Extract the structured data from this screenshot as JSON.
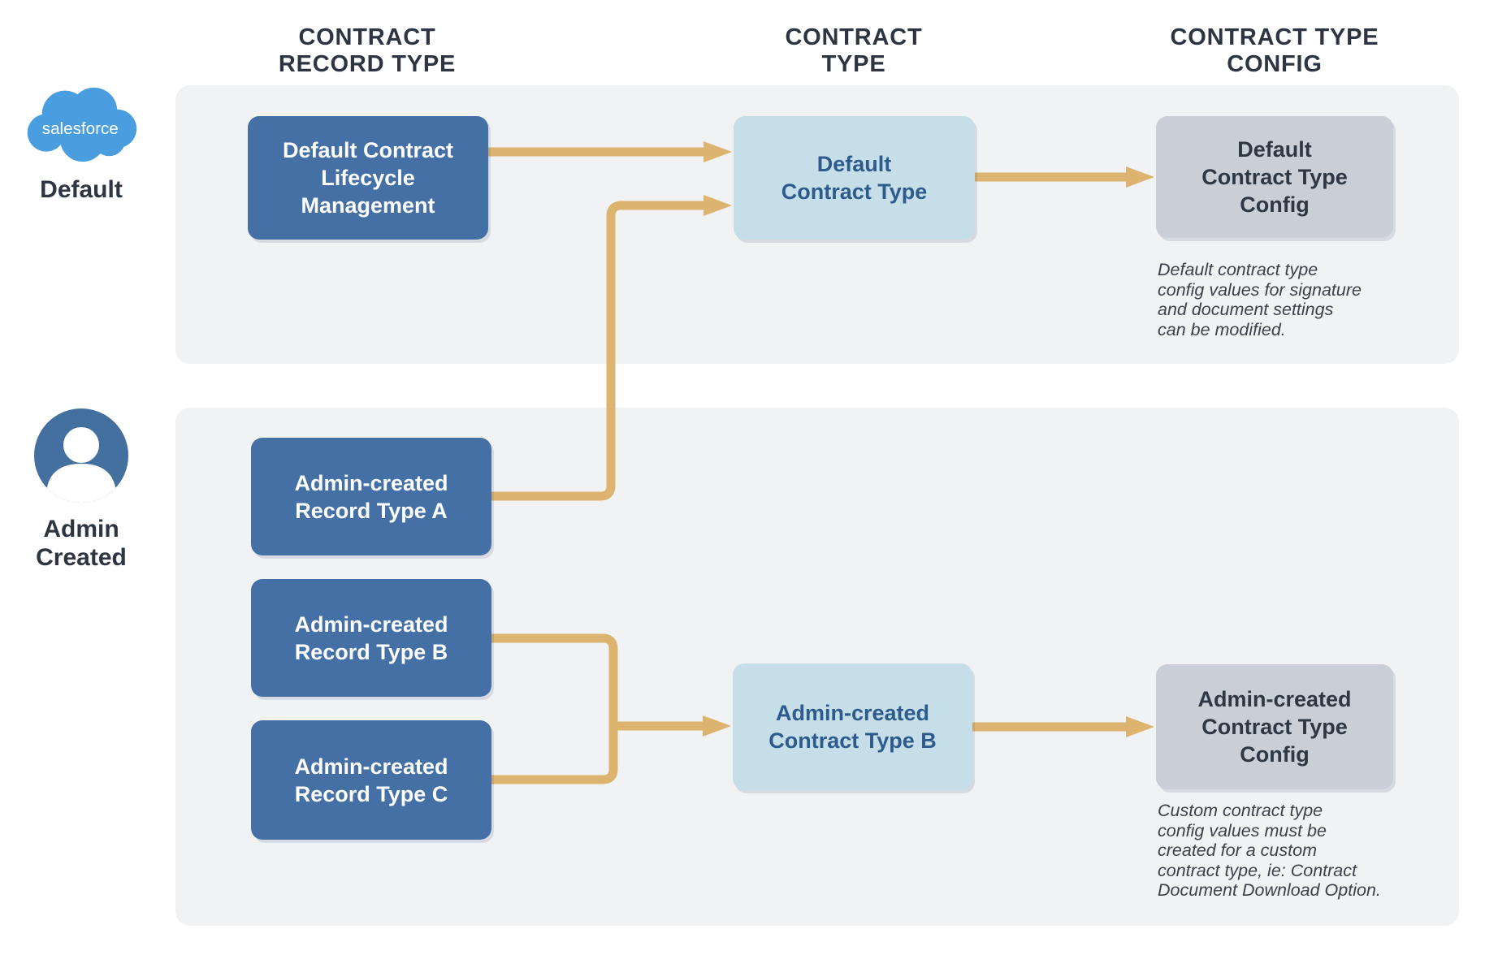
{
  "columns": [
    {
      "label": "CONTRACT\nRECORD TYPE"
    },
    {
      "label": "CONTRACT\nTYPE"
    },
    {
      "label": "CONTRACT TYPE\nCONFIG"
    }
  ],
  "legend": {
    "salesforce_logo_text": "salesforce",
    "default_label": "Default",
    "admin_created_label": "Admin\nCreated"
  },
  "default_flow": {
    "record_type_box": "Default Contract\nLifecycle\nManagement",
    "contract_type_box": "Default\nContract Type",
    "config_box": "Default\nContract Type\nConfig",
    "config_note": "Default contract type\nconfig values for signature\nand document settings\ncan be modified."
  },
  "admin_flow": {
    "record_type_boxes": [
      "Admin-created\nRecord Type A",
      "Admin-created\nRecord Type B",
      "Admin-created\nRecord Type C"
    ],
    "contract_type_box": "Admin-created\nContract Type B",
    "config_box": "Admin-created\nContract Type\nConfig",
    "config_note": "Custom contract type\nconfig values must be\ncreated for a custom\ncontract type, ie: Contract\nDocument Download Option."
  },
  "colors": {
    "panel_background": "#F1F2F4",
    "record_type_box": "#4470A6",
    "contract_type_box": "#C5DEE7",
    "contract_type_text": "#2E5B8E",
    "config_box": "#C9CED7",
    "config_text": "#2E3744",
    "arrow": "#DDB46F",
    "heading_text": "#2E3542",
    "note_text": "#3B4049",
    "salesforce_blue": "#4A9EDF",
    "admin_icon_blue": "#44709F"
  }
}
